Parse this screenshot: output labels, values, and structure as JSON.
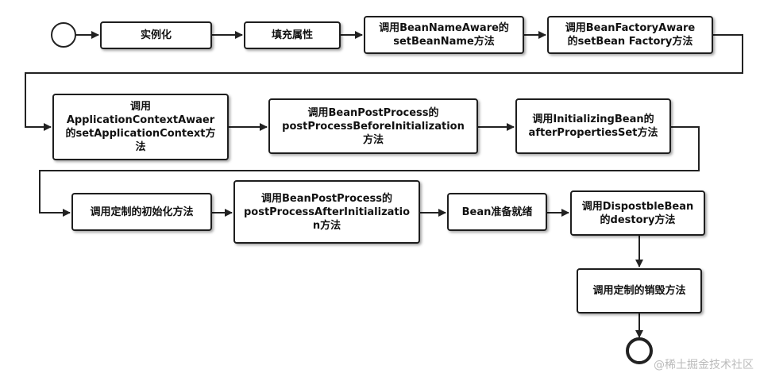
{
  "nodes": {
    "instantiate": "实例化",
    "populate": "填充属性",
    "bean_name_aware": "调用BeanNameAware的\nsetBeanName方法",
    "bean_factory_aware": "调用BeanFactoryAware\n的setBean Factory方法",
    "app_context_aware": "调用\nApplicationContextAwaer\n的setApplicationContext方\n法",
    "bpp_before": "调用BeanPostProcess的\npostProcessBeforeInitialization\n方法",
    "initializing_bean": "调用InitializingBean的\nafterPropertiesSet方法",
    "custom_init": "调用定制的初始化方法",
    "bpp_after": "调用BeanPostProcess的\npostProcessAfterInitializatio\nn方法",
    "bean_ready": "Bean准备就绪",
    "disposable_bean": "调用DispostbleBean\n的destory方法",
    "custom_destroy": "调用定制的销毁方法"
  },
  "watermark": "@稀土掘金技术社区"
}
